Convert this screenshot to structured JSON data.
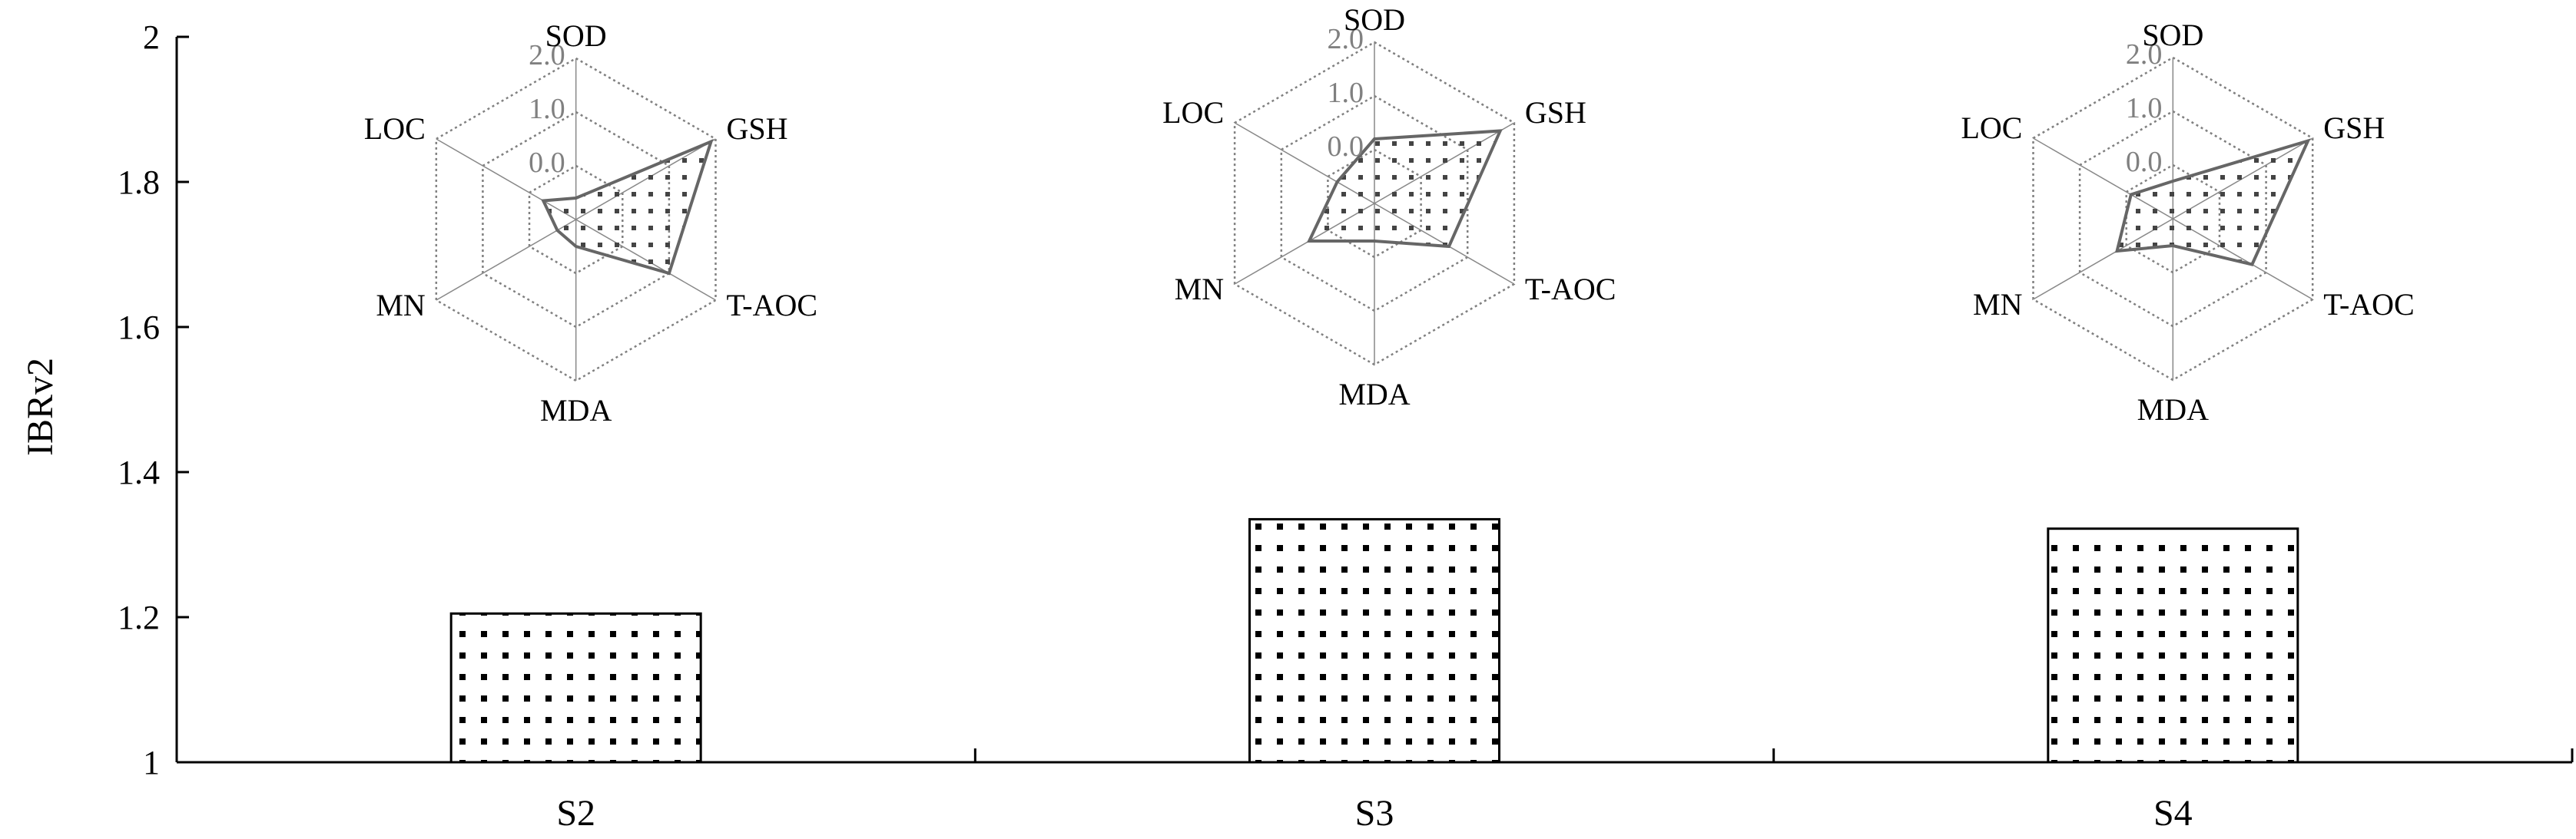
{
  "chart_data": {
    "type": "bar",
    "ylabel": "IBRv2",
    "ylim": [
      1,
      2
    ],
    "y_ticks": [
      "1",
      "1.2",
      "1.4",
      "1.6",
      "1.8",
      "2"
    ],
    "y_tick_values": [
      1,
      1.2,
      1.4,
      1.6,
      1.8,
      2
    ],
    "categories": [
      "S2",
      "S3",
      "S4"
    ],
    "values": [
      1.205,
      1.335,
      1.322
    ],
    "bar_fill": "dotted",
    "inset_radar": {
      "type": "radar",
      "axes": [
        "SOD",
        "GSH",
        "T-AOC",
        "MDA",
        "MN",
        "LOC"
      ],
      "ring_labels": [
        "0.0",
        "1.0",
        "2.0"
      ],
      "ring_values": [
        0,
        1,
        2
      ],
      "range": [
        -1,
        2
      ],
      "stroke_color": "#666666",
      "grid_color": "#808080",
      "series": [
        {
          "category": "S2",
          "values": [
            -0.6,
            1.9,
            1.0,
            -0.5,
            -0.6,
            -0.3
          ]
        },
        {
          "category": "S3",
          "values": [
            0.2,
            1.7,
            0.6,
            -0.3,
            0.4,
            -0.2
          ]
        },
        {
          "category": "S4",
          "values": [
            -0.3,
            1.9,
            0.7,
            -0.5,
            0.2,
            -0.1
          ]
        }
      ]
    }
  }
}
